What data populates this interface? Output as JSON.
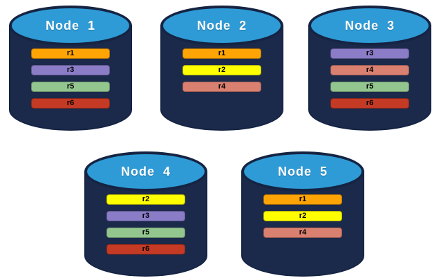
{
  "diagram": {
    "description": "Five database node cylinders showing replica placement",
    "nodes": [
      {
        "label": "Node  1",
        "replicas": [
          "r1",
          "r3",
          "r5",
          "r6"
        ]
      },
      {
        "label": "Node  2",
        "replicas": [
          "r1",
          "r2",
          "r4"
        ]
      },
      {
        "label": "Node  3",
        "replicas": [
          "r3",
          "r4",
          "r5",
          "r6"
        ]
      },
      {
        "label": "Node  4",
        "replicas": [
          "r2",
          "r3",
          "r5",
          "r6"
        ]
      },
      {
        "label": "Node  5",
        "replicas": [
          "r1",
          "r2",
          "r4"
        ]
      }
    ]
  },
  "colors": {
    "canvas_bg": "#FFFFFF",
    "cylinder_body": "#1B294B",
    "cylinder_rim": "#152443",
    "cylinder_top": "#2E9BD6",
    "node_label_text": "#FFFFFF",
    "bar_label_text": "#000000",
    "replica_colors": {
      "r1": "#FFA405",
      "r2": "#FFFF00",
      "r3": "#8B7CC8",
      "r4": "#D98070",
      "r5": "#93C58F",
      "r6": "#C43A24"
    }
  }
}
